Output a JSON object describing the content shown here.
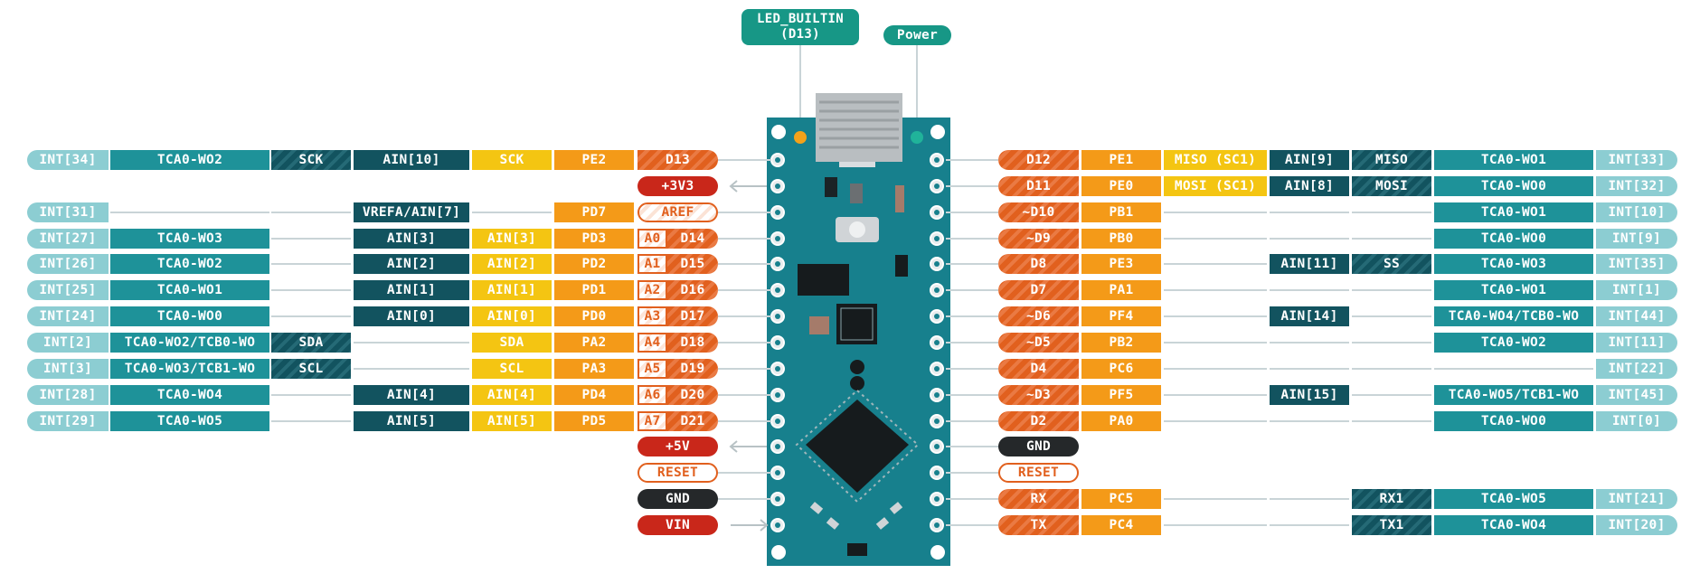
{
  "colors": {
    "int": "#8ccdd2",
    "tca": "#1e9299",
    "ain": "#12535f",
    "ainbox": "#f4c512",
    "port": "#f49a18",
    "digital": "#e1601e",
    "power": "#c9271a",
    "gnd": "#25282a",
    "board": "#17808d",
    "led_badge": "#179786"
  },
  "callouts": {
    "led_line1": "LED_BUILTIN",
    "led_line2": "(D13)",
    "power": "Power"
  },
  "left_rows": [
    {
      "pin": "D13",
      "ain": "",
      "port": "PE2",
      "ainbox": "SCK",
      "ainreg": "AIN[10]",
      "com": "SCK",
      "tca": "TCA0-WO2",
      "int": "INT[34]",
      "kind": "digital"
    },
    {
      "pin": "+3V3",
      "kind": "power"
    },
    {
      "pin": "AREF",
      "ain": "",
      "port": "PD7",
      "ainbox": "",
      "ainreg": "VREFA/AIN[7]",
      "com": "",
      "tca": "",
      "int": "INT[31]",
      "kind": "outline"
    },
    {
      "pin": "D14",
      "ain": "A0",
      "port": "PD3",
      "ainbox": "AIN[3]",
      "ainreg": "AIN[3]",
      "com": "",
      "tca": "TCA0-WO3",
      "int": "INT[27]",
      "kind": "digital"
    },
    {
      "pin": "D15",
      "ain": "A1",
      "port": "PD2",
      "ainbox": "AIN[2]",
      "ainreg": "AIN[2]",
      "com": "",
      "tca": "TCA0-WO2",
      "int": "INT[26]",
      "kind": "digital"
    },
    {
      "pin": "D16",
      "ain": "A2",
      "port": "PD1",
      "ainbox": "AIN[1]",
      "ainreg": "AIN[1]",
      "com": "",
      "tca": "TCA0-WO1",
      "int": "INT[25]",
      "kind": "digital"
    },
    {
      "pin": "D17",
      "ain": "A3",
      "port": "PD0",
      "ainbox": "AIN[0]",
      "ainreg": "AIN[0]",
      "com": "",
      "tca": "TCA0-WO0",
      "int": "INT[24]",
      "kind": "digital"
    },
    {
      "pin": "D18",
      "ain": "A4",
      "port": "PA2",
      "ainbox": "SDA",
      "ainreg": "",
      "com": "SDA",
      "tca": "TCA0-WO2/TCB0-WO",
      "int": "INT[2]",
      "kind": "digital"
    },
    {
      "pin": "D19",
      "ain": "A5",
      "port": "PA3",
      "ainbox": "SCL",
      "ainreg": "",
      "com": "SCL",
      "tca": "TCA0-WO3/TCB1-WO",
      "int": "INT[3]",
      "kind": "digital"
    },
    {
      "pin": "D20",
      "ain": "A6",
      "port": "PD4",
      "ainbox": "AIN[4]",
      "ainreg": "AIN[4]",
      "com": "",
      "tca": "TCA0-WO4",
      "int": "INT[28]",
      "kind": "digital"
    },
    {
      "pin": "D21",
      "ain": "A7",
      "port": "PD5",
      "ainbox": "AIN[5]",
      "ainreg": "AIN[5]",
      "com": "",
      "tca": "TCA0-WO5",
      "int": "INT[29]",
      "kind": "digital"
    },
    {
      "pin": "+5V",
      "kind": "power"
    },
    {
      "pin": "RESET",
      "kind": "outline"
    },
    {
      "pin": "GND",
      "kind": "gnd"
    },
    {
      "pin": "VIN",
      "kind": "power"
    }
  ],
  "right_rows": [
    {
      "pin": "D12",
      "port": "PE1",
      "misc": "MISO (SC1)",
      "ainreg": "AIN[9]",
      "com": "MISO",
      "tca": "TCA0-WO1",
      "int": "INT[33]",
      "kind": "digital"
    },
    {
      "pin": "D11",
      "port": "PE0",
      "misc": "MOSI (SC1)",
      "ainreg": "AIN[8]",
      "com": "MOSI",
      "tca": "TCA0-WO0",
      "int": "INT[32]",
      "kind": "digital"
    },
    {
      "pin": "~D10",
      "port": "PB1",
      "misc": "",
      "ainreg": "",
      "com": "",
      "tca": "TCA0-WO1",
      "int": "INT[10]",
      "kind": "digital"
    },
    {
      "pin": "~D9",
      "port": "PB0",
      "misc": "",
      "ainreg": "",
      "com": "",
      "tca": "TCA0-WO0",
      "int": "INT[9]",
      "kind": "digital"
    },
    {
      "pin": "D8",
      "port": "PE3",
      "misc": "",
      "ainreg": "AIN[11]",
      "com": "SS",
      "tca": "TCA0-WO3",
      "int": "INT[35]",
      "kind": "digital"
    },
    {
      "pin": "D7",
      "port": "PA1",
      "misc": "",
      "ainreg": "",
      "com": "",
      "tca": "TCA0-WO1",
      "int": "INT[1]",
      "kind": "digital"
    },
    {
      "pin": "~D6",
      "port": "PF4",
      "misc": "",
      "ainreg": "AIN[14]",
      "com": "",
      "tca": "TCA0-WO4/TCB0-WO",
      "int": "INT[44]",
      "kind": "digital"
    },
    {
      "pin": "~D5",
      "port": "PB2",
      "misc": "",
      "ainreg": "",
      "com": "",
      "tca": "TCA0-WO2",
      "int": "INT[11]",
      "kind": "digital"
    },
    {
      "pin": "D4",
      "port": "PC6",
      "misc": "",
      "ainreg": "",
      "com": "",
      "tca": "",
      "int": "INT[22]",
      "kind": "digital"
    },
    {
      "pin": "~D3",
      "port": "PF5",
      "misc": "",
      "ainreg": "AIN[15]",
      "com": "",
      "tca": "TCA0-WO5/TCB1-WO",
      "int": "INT[45]",
      "kind": "digital"
    },
    {
      "pin": "D2",
      "port": "PA0",
      "misc": "",
      "ainreg": "",
      "com": "",
      "tca": "TCA0-WO0",
      "int": "INT[0]",
      "kind": "digital"
    },
    {
      "pin": "GND",
      "kind": "gnd"
    },
    {
      "pin": "RESET",
      "kind": "outline"
    },
    {
      "pin": "RX",
      "port": "PC5",
      "misc": "",
      "ainreg": "",
      "com": "RX1",
      "tca": "TCA0-WO5",
      "int": "INT[21]",
      "kind": "digital"
    },
    {
      "pin": "TX",
      "port": "PC4",
      "misc": "",
      "ainreg": "",
      "com": "TX1",
      "tca": "TCA0-WO4",
      "int": "INT[20]",
      "kind": "digital"
    }
  ]
}
